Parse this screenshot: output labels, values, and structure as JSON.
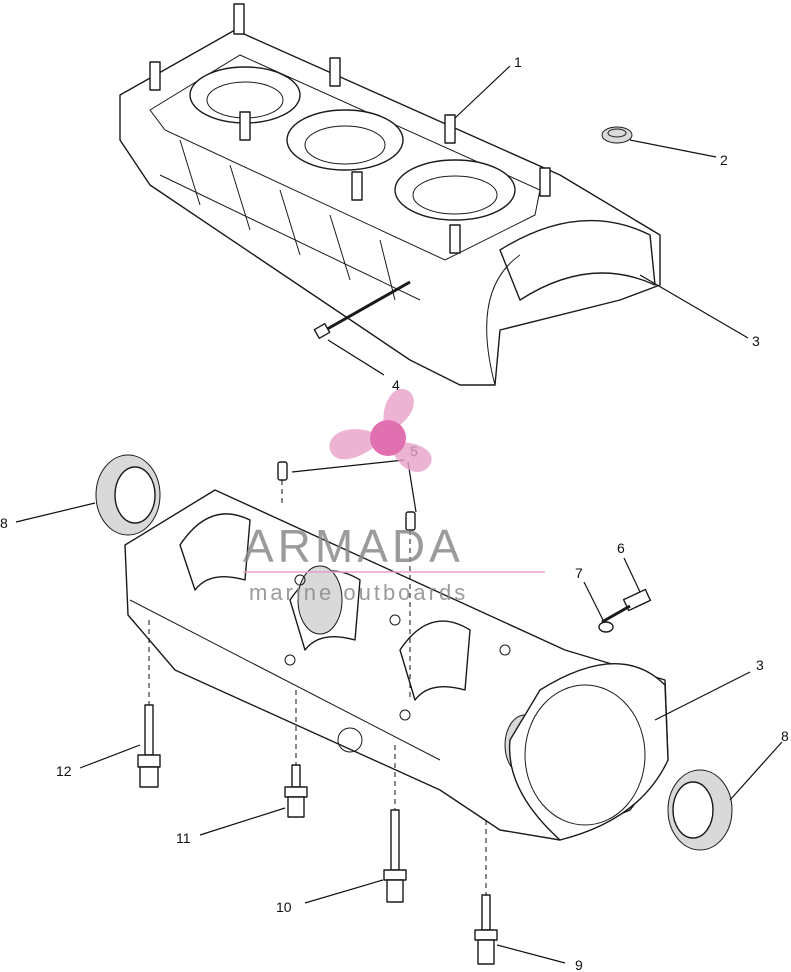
{
  "diagram": {
    "callouts": [
      "1",
      "2",
      "3",
      "4",
      "5",
      "6",
      "7",
      "8",
      "9",
      "10",
      "11",
      "12"
    ]
  },
  "watermark": {
    "name": "ARMADA",
    "tagline": "marine outboards",
    "accent": "#e8a0c8",
    "accent_dark": "#e070b0",
    "text_color": "#8a8a8a"
  }
}
